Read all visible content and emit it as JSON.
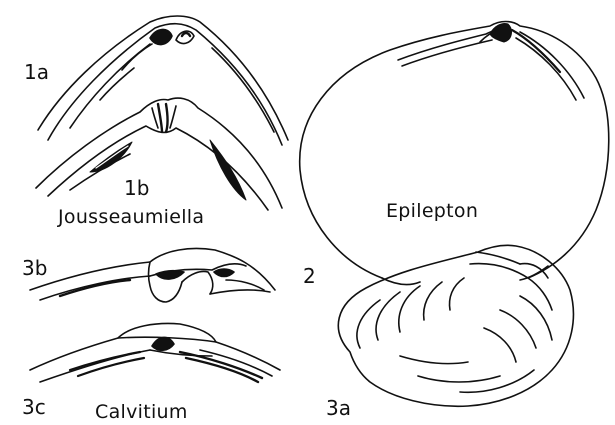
{
  "figures": [
    {
      "id": "1a",
      "label": "1a"
    },
    {
      "id": "1b",
      "label": "1b"
    },
    {
      "id": "2",
      "label": "2"
    },
    {
      "id": "3a",
      "label": "3a"
    },
    {
      "id": "3b",
      "label": "3b"
    },
    {
      "id": "3c",
      "label": "3c"
    }
  ],
  "genera": {
    "jousseaumiella": "Jousseaumiella",
    "epilepton": "Epilepton",
    "calvitium": "Calvitium"
  },
  "colors": {
    "ink": "#111111",
    "paper": "#ffffff"
  }
}
